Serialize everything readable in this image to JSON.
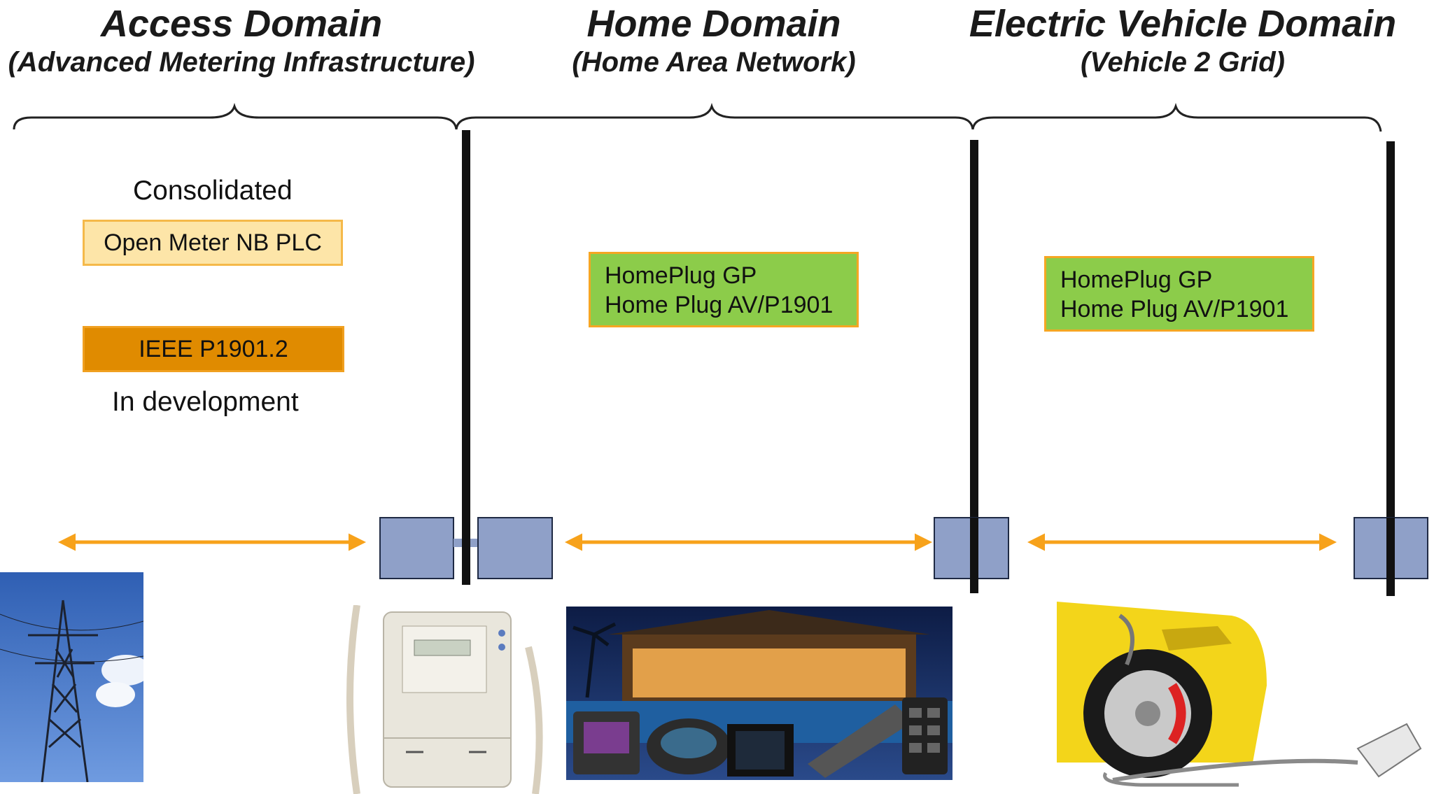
{
  "domains": [
    {
      "title": "Access Domain",
      "subtitle": "(Advanced Metering Infrastructure)"
    },
    {
      "title": "Home Domain",
      "subtitle": "(Home Area Network)"
    },
    {
      "title": "Electric Vehicle Domain",
      "subtitle": "(Vehicle 2 Grid)"
    }
  ],
  "access": {
    "consolidated_label": "Consolidated",
    "open_meter_label": "Open Meter NB PLC",
    "ieee_label": "IEEE P1901.2",
    "development_label": "In development"
  },
  "home": {
    "line1": "HomePlug GP",
    "line2": "Home Plug AV/P1901"
  },
  "ev": {
    "line1": "HomePlug GP",
    "line2": "Home Plug AV/P1901"
  },
  "colors": {
    "arrow": "#f7a21b",
    "node": "#8fa0c8",
    "node_border": "#1f2a44",
    "green_box": "#8ccc4a",
    "light_box": "#fde5a8",
    "dark_box": "#e08b00"
  },
  "images": [
    {
      "icon": "power-pylon-photo"
    },
    {
      "icon": "electricity-meter-photo"
    },
    {
      "icon": "home-automation-photo"
    },
    {
      "icon": "electric-car-charging-photo"
    }
  ]
}
